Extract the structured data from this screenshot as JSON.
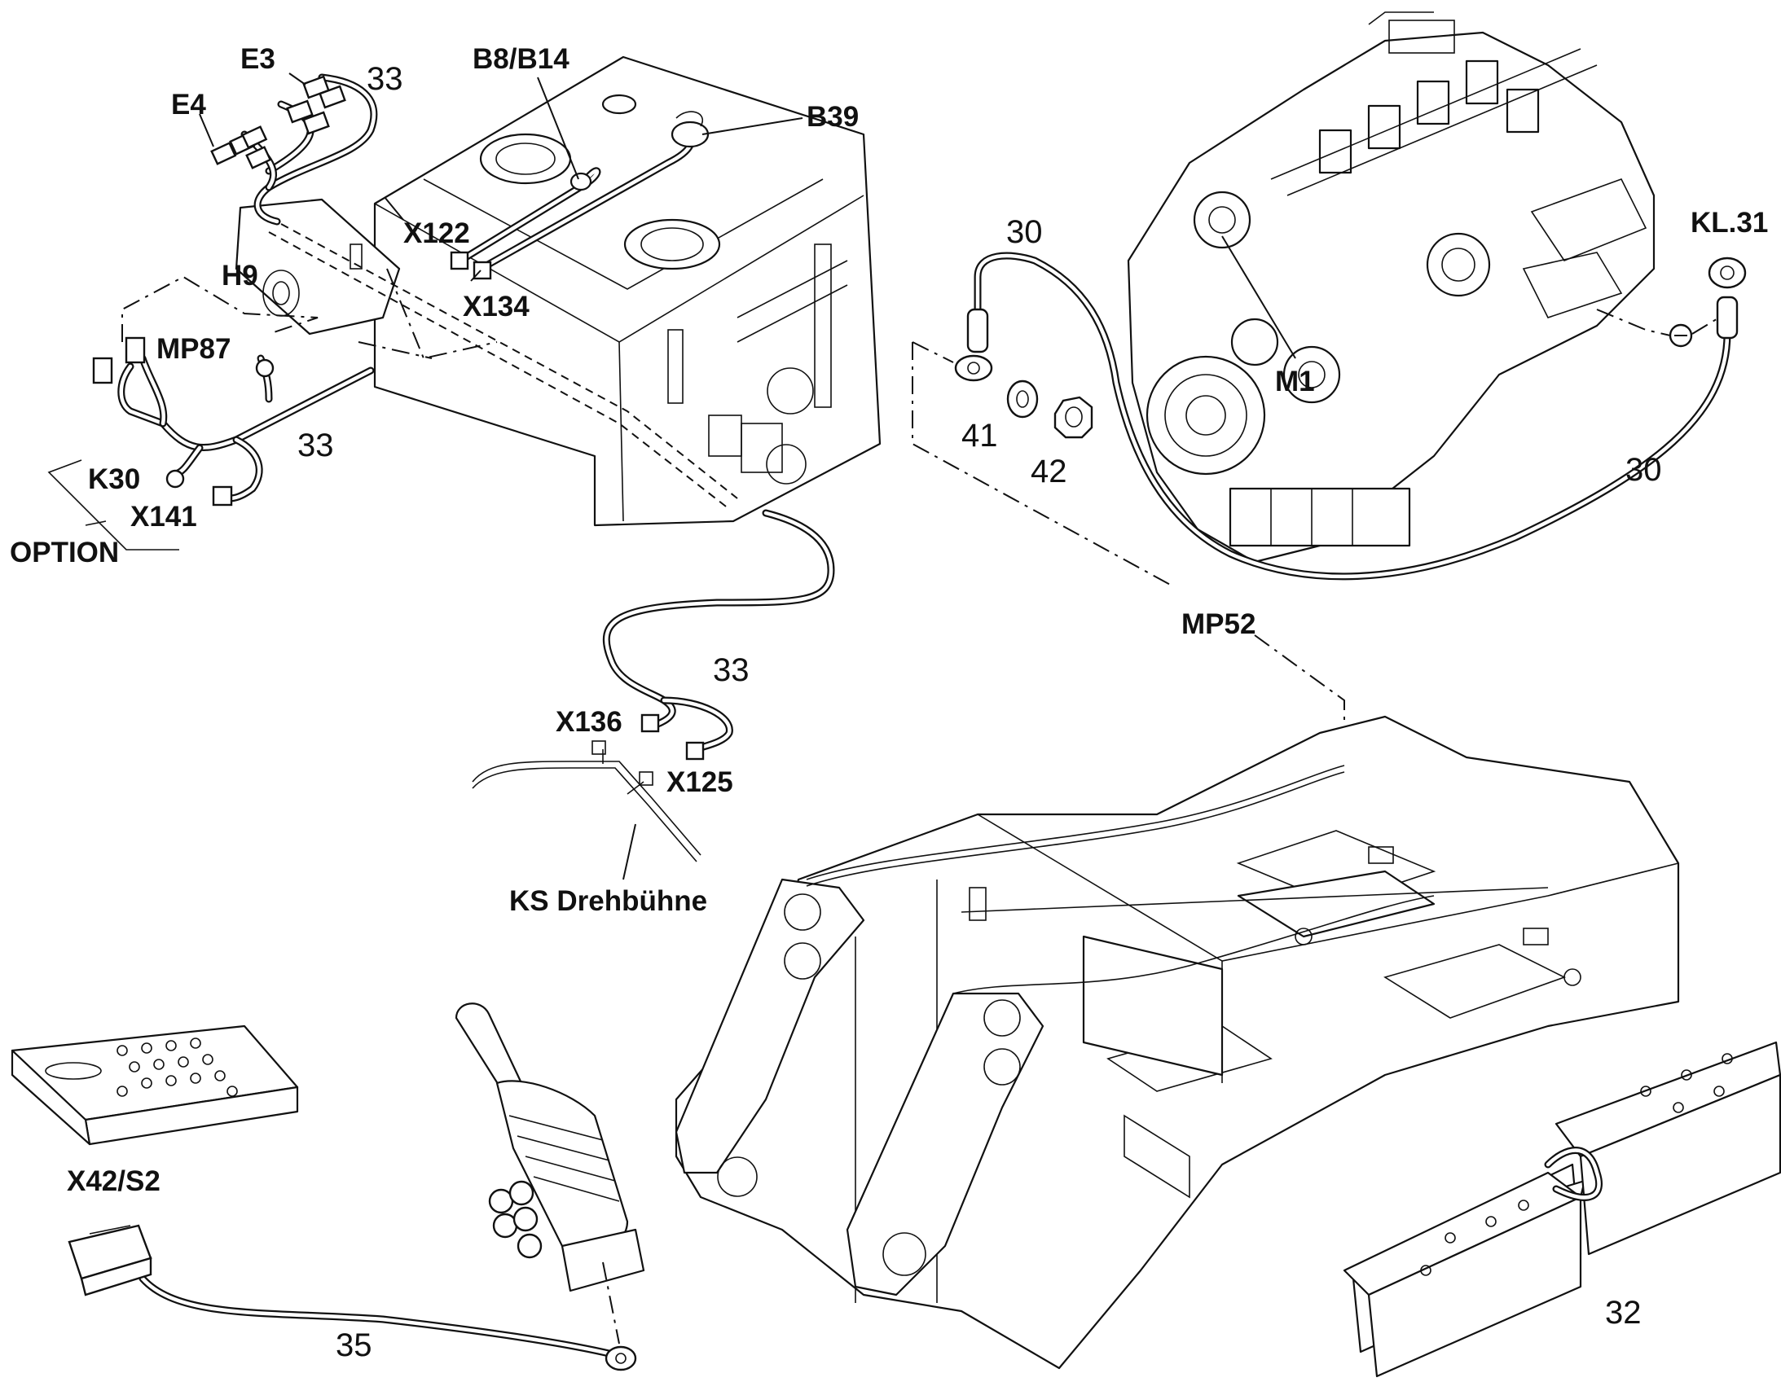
{
  "labels": {
    "e3": "E3",
    "e4": "E4",
    "n33_top": "33",
    "b8_b14": "B8/B14",
    "b39": "B39",
    "x122": "X122",
    "x134": "X134",
    "h9": "H9",
    "mp87": "MP87",
    "n33_mid": "33",
    "k30": "K30",
    "x141": "X141",
    "option": "OPTION",
    "n30_top": "30",
    "kl31": "KL.31",
    "minus": "−",
    "m1": "M1",
    "n41": "41",
    "n42": "42",
    "n30_right": "30",
    "mp52": "MP52",
    "n33_low": "33",
    "x136": "X136",
    "x125": "X125",
    "ks_drehbuehne": "KS Drehbühne",
    "x42_s2": "X42/S2",
    "n35": "35",
    "n32": "32"
  }
}
